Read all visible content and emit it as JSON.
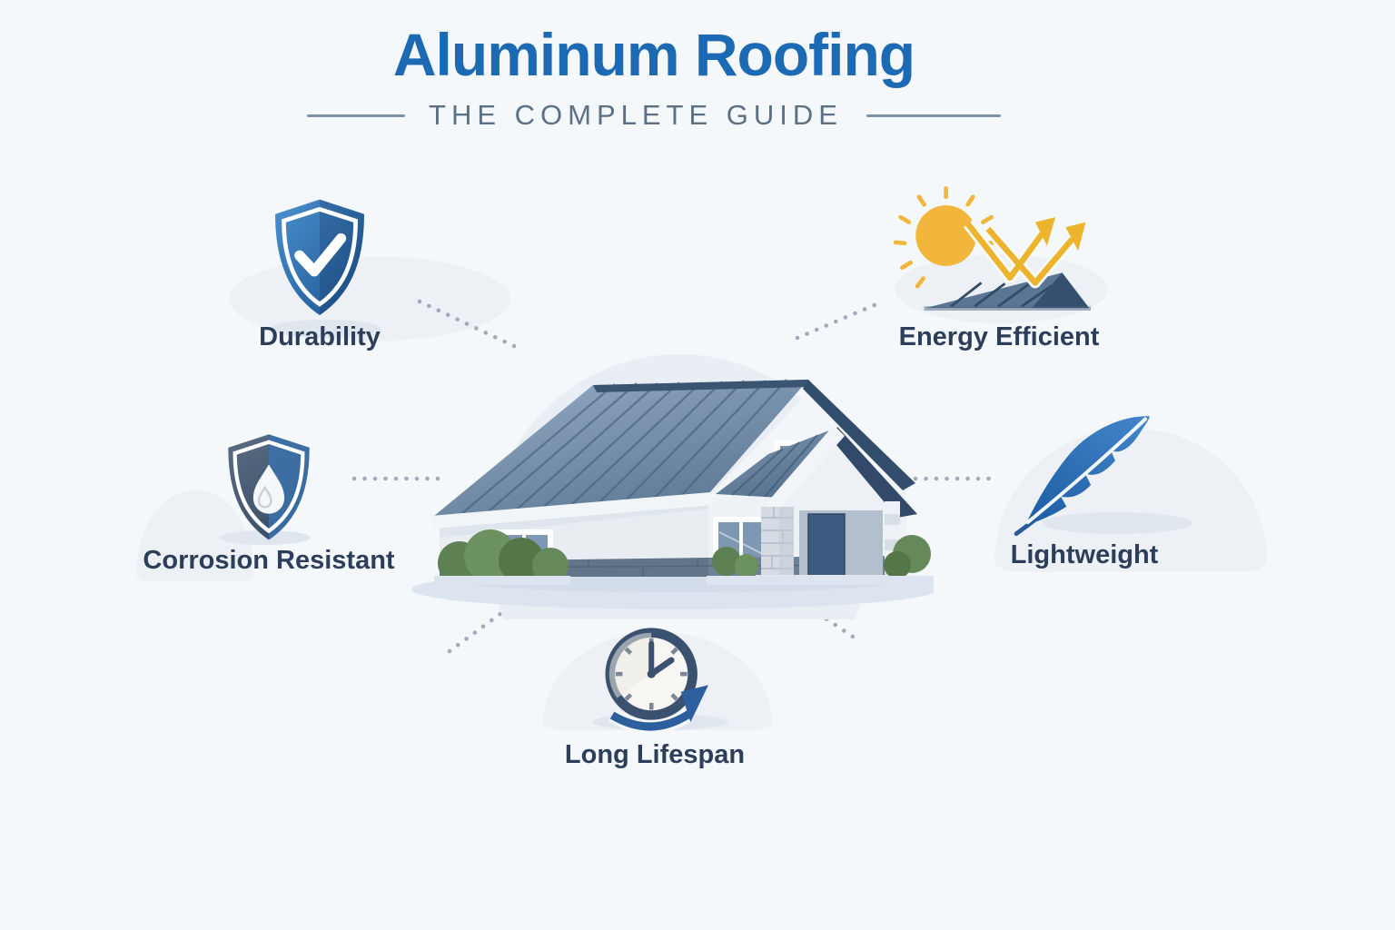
{
  "header": {
    "title": "Aluminum Roofing",
    "subtitle": "THE COMPLETE GUIDE"
  },
  "features": [
    {
      "id": "durability",
      "label": "Durability",
      "icon": "shield-check-icon"
    },
    {
      "id": "energy-efficient",
      "label": "Energy Efficient",
      "icon": "sun-reflection-roof-icon"
    },
    {
      "id": "corrosion-resistant",
      "label": "Corrosion Resistant",
      "icon": "shield-water-drop-icon"
    },
    {
      "id": "lightweight",
      "label": "Lightweight",
      "icon": "feather-icon"
    },
    {
      "id": "long-lifespan",
      "label": "Long Lifespan",
      "icon": "clock-arrow-icon"
    }
  ],
  "illustration": {
    "name": "house-with-aluminum-metal-roof"
  },
  "colors": {
    "background": "#f5f8fb",
    "title_blue": "#1c69b4",
    "subtitle_gray": "#5b7085",
    "label_navy": "#2d3e5a",
    "shield_blue": "#2a6fb8",
    "sun_yellow": "#f1b63b",
    "feather_blue": "#2a6cb5",
    "roof_slate": "#5f7a99",
    "dotted_line_gray": "#9fabbb"
  }
}
